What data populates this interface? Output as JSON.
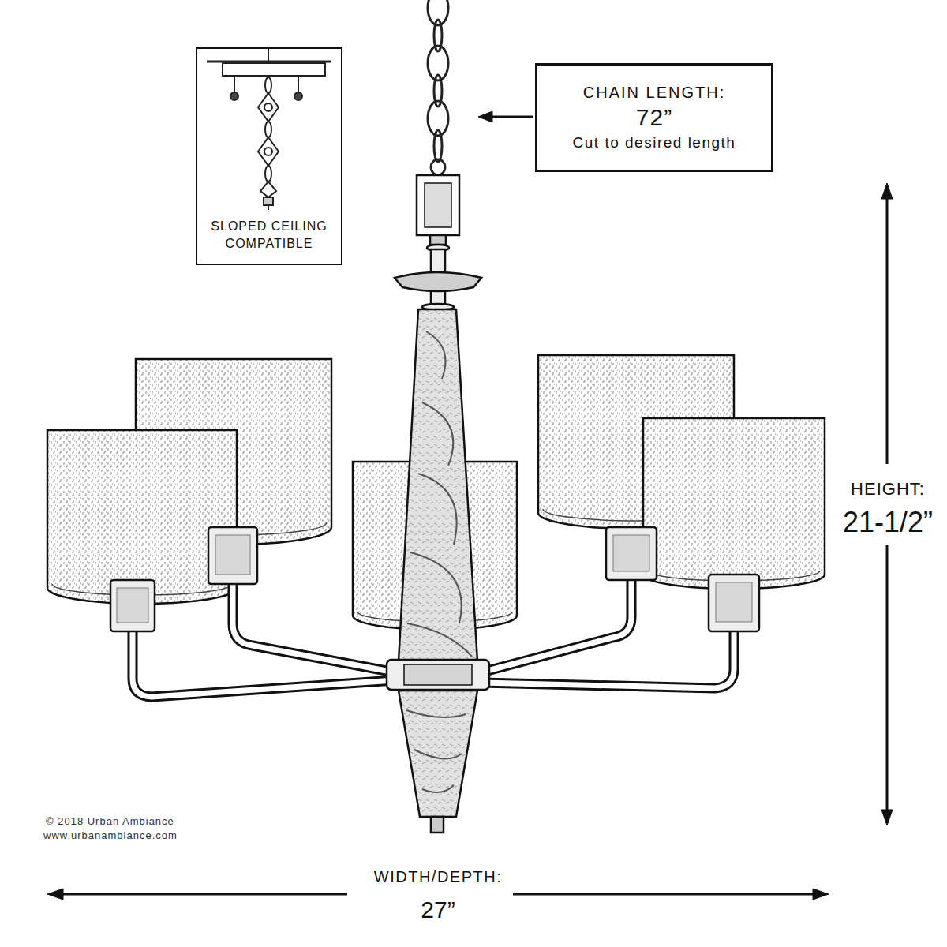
{
  "diagram": {
    "nodes": [
      {
        "text": [
          "SLOPED CEILING COMPATIBLE"
        ]
      },
      {
        "text": [
          "CHAIN LENGTH:",
          "72”",
          "Cut to desired length"
        ]
      }
    ],
    "labels": [
      "HEIGHT:",
      "21-1/2”",
      "WIDTH/DEPTH:",
      "27”",
      "© 2018 Urban Ambiance",
      "www.urbanambiance.com"
    ]
  }
}
